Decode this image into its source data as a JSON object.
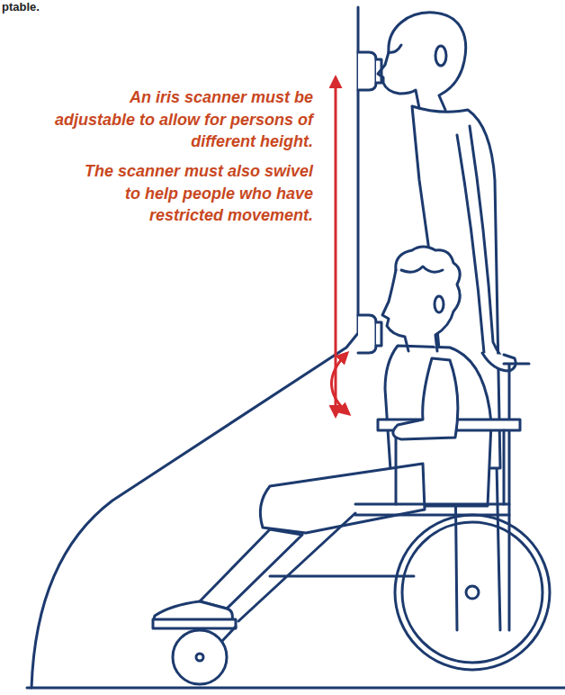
{
  "diagram": {
    "labels": [
      "ptable.",
      "An iris scanner must be adjustable to allow for persons of different height.",
      "The scanner must also swivel to help people who have restricted movement."
    ]
  }
}
